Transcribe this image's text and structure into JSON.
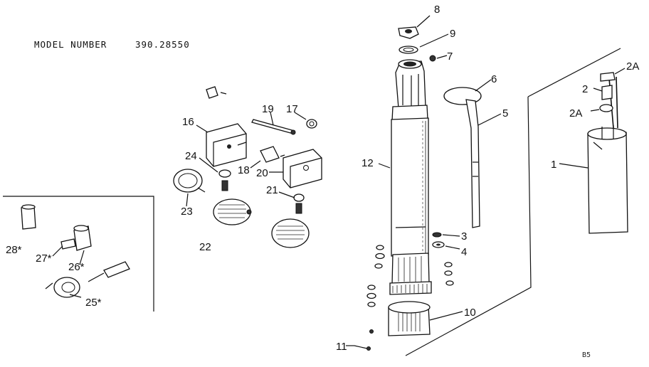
{
  "header": {
    "model_label": "MODEL NUMBER",
    "model_number": "390.28550"
  },
  "page_code": "B5",
  "callouts": [
    {
      "id": "c8",
      "text": "8"
    },
    {
      "id": "c9",
      "text": "9"
    },
    {
      "id": "c7",
      "text": "7"
    },
    {
      "id": "c6",
      "text": "6"
    },
    {
      "id": "c5",
      "text": "5"
    },
    {
      "id": "c12",
      "text": "12"
    },
    {
      "id": "c3",
      "text": "3"
    },
    {
      "id": "c4",
      "text": "4"
    },
    {
      "id": "c10",
      "text": "10"
    },
    {
      "id": "c11",
      "text": "11"
    },
    {
      "id": "c1",
      "text": "1"
    },
    {
      "id": "c2",
      "text": "2"
    },
    {
      "id": "c2a1",
      "text": "2A"
    },
    {
      "id": "c2a2",
      "text": "2A"
    },
    {
      "id": "c16",
      "text": "16"
    },
    {
      "id": "c19",
      "text": "19"
    },
    {
      "id": "c17",
      "text": "17"
    },
    {
      "id": "c24",
      "text": "24"
    },
    {
      "id": "c18",
      "text": "18"
    },
    {
      "id": "c20",
      "text": "20"
    },
    {
      "id": "c21",
      "text": "21"
    },
    {
      "id": "c23",
      "text": "23"
    },
    {
      "id": "c22",
      "text": "22"
    },
    {
      "id": "c28",
      "text": "28*"
    },
    {
      "id": "c27",
      "text": "27*"
    },
    {
      "id": "c26",
      "text": "26*"
    },
    {
      "id": "c25",
      "text": "25*"
    }
  ]
}
